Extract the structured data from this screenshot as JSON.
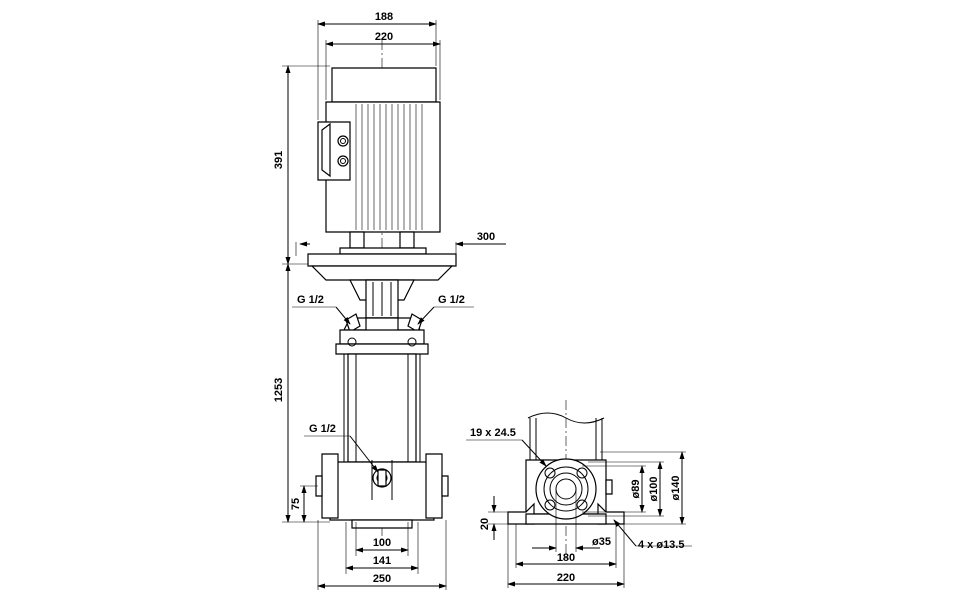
{
  "dimensions": {
    "motor_width_188": "188",
    "motor_width_220": "220",
    "motor_height": "391",
    "flange_diameter": "300",
    "total_height": "1253",
    "port_height": "75",
    "base_100": "100",
    "base_141": "141",
    "base_250": "250",
    "port_left": "G 1/2",
    "port_right": "G 1/2",
    "port_drain": "G 1/2",
    "flange_holes": "19 x 24.5",
    "dia_89": "ø89",
    "dia_100": "ø100",
    "dia_140": "ø140",
    "foot_height": "20",
    "dia_35": "ø35",
    "bolt_holes": "4 x ø13.5",
    "base_180": "180",
    "base_220": "220"
  }
}
